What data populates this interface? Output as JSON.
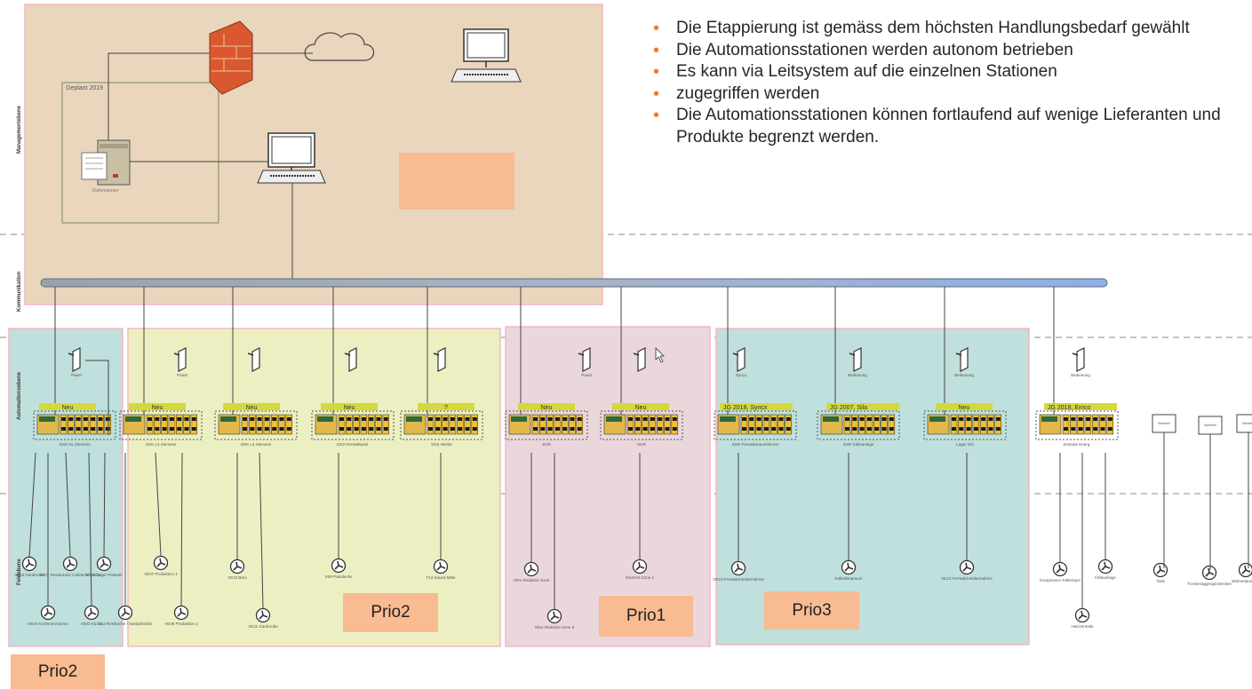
{
  "bullets": [
    "Die Etappierung ist gemäss dem höchsten Handlungsbedarf gewählt",
    "Die Automationsstationen werden autonom betrieben",
    "Es kann via Leitsystem auf die einzelnen Stationen",
    "zugegriffen werden",
    "Die Automationsstationen können fortlaufend auf wenige Lieferanten und Produkte begrenzt werden."
  ],
  "lanes": {
    "management": "Managementebene",
    "communication": "Kommunikation",
    "automation": "Automationsebene",
    "field": "Feldebene"
  },
  "management_box": {
    "planned_label": "Geplant 2019",
    "server_label": "Elektroserver"
  },
  "prio_labels": {
    "prio2_bottom": "Prio2",
    "prio2_center": "Prio2",
    "prio1": "Prio1",
    "prio3": "Prio3"
  },
  "colors": {
    "management_bg": "#ead6bd",
    "group_teal": "#bfe0dc",
    "group_yellow": "#ecefc2",
    "group_pink": "#ead7dc",
    "prio_box": "#f8bb92",
    "bullet_accent": "#ed7d31"
  },
  "stations": [
    {
      "tag": "Neu",
      "panel": "Panel",
      "name": "SGK HL Siemens"
    },
    {
      "tag": "Neu",
      "panel": "Panel",
      "name": "SGK L3 Siemens"
    },
    {
      "tag": "Neu",
      "panel": "",
      "name": "SGK L4 Siemens"
    },
    {
      "tag": "Neu",
      "panel": "",
      "name": "SGS Fernkälteanl."
    },
    {
      "tag": "?",
      "panel": "",
      "name": "SGK Werke"
    },
    {
      "tag": "Neu",
      "panel": "Panel",
      "name": "SGR"
    },
    {
      "tag": "Neu",
      "panel": "",
      "name": "SGR"
    },
    {
      "tag": "JG 2018, Syncx",
      "panel": "Syncx",
      "name": "SGR Fernwärmeumformer"
    },
    {
      "tag": "JG 2007, Sila",
      "panel": "Bedienung",
      "name": "SGR Kälteanlage"
    },
    {
      "tag": "Neu",
      "panel": "Bedienung",
      "name": "Lager OG"
    },
    {
      "tag": "JG 2018, Emco",
      "panel": "Bedienung",
      "name": "Zentrale Energ."
    }
  ],
  "field_devices": [
    "VE03 Garderobe",
    "VE04 Konferenzräume",
    "VE01 Restaurant/ Cafeteria/ Buffet",
    "VE02 Küche",
    "VE05 Lager Parkwer",
    "CL3 Restküche / Sanitärkühler",
    "VE07 Produktion 1",
    "VE08 Produktion 2",
    "VE10 Büro",
    "VE11 Garderobe",
    "VE9 Parkdecke",
    "T14 Sauna Mitte",
    "Ofen Reduktor Zone",
    "Ofen Reduktor Zone 8",
    "Element Zone 3",
    "VE13 Fernwärmeübernahme",
    "Kälteklimaraum",
    "VE12 Fernwärmeübernahme",
    "Kompressor Kälteraum",
    "Kälteanlage",
    "Heizzentrale",
    "Tank",
    "Trockenaggregat Becken",
    "Wärmetauscher"
  ],
  "standalone_boxes": [
    "Netzteil",
    "Netzteil",
    "Netzteil"
  ]
}
